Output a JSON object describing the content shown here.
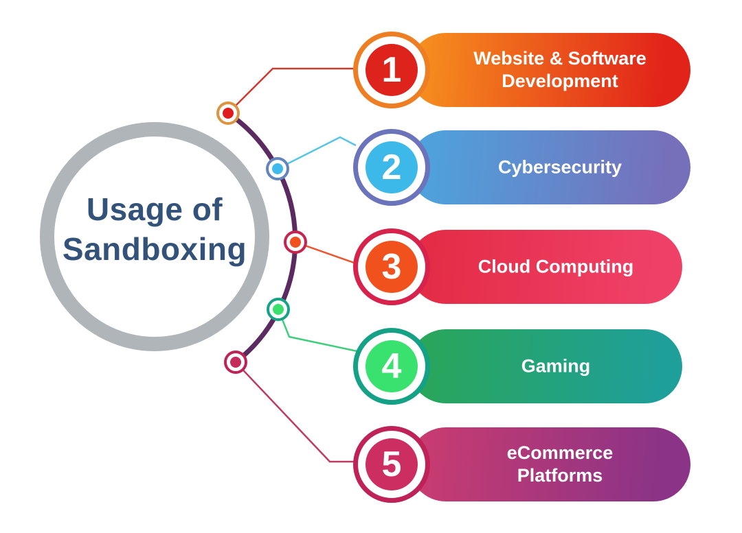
{
  "title": {
    "line1": "Usage of",
    "line2": "Sandboxing"
  },
  "colors": {
    "background": "#FFFFFF",
    "main_ring": "#AFB5B8",
    "title_text": "#33527A",
    "arc": "#5B2A60"
  },
  "items": [
    {
      "number": "1",
      "label": "Website & Software Development",
      "pill_from": "#F7941E",
      "pill_to": "#E2231A",
      "ring": "#EE7E23",
      "disc": "#DE231C",
      "dot_ring": "#DB9440",
      "dot_fill": "#E01B1E",
      "line": "#CB3A30"
    },
    {
      "number": "2",
      "label": "Cybersecurity",
      "pill_from": "#4BA6DF",
      "pill_to": "#7670BB",
      "ring": "#6B74BA",
      "disc": "#3CB9E9",
      "dot_ring": "#6484BE",
      "dot_fill": "#3FBAEA",
      "line": "#56C4E9"
    },
    {
      "number": "3",
      "label": "Cloud Computing",
      "pill_from": "#E32A43",
      "pill_to": "#EF4168",
      "ring": "#D7224B",
      "disc": "#F1521D",
      "dot_ring": "#C6244E",
      "dot_fill": "#F1511F",
      "line": "#F0522C"
    },
    {
      "number": "4",
      "label": "Gaming",
      "pill_from": "#2AA656",
      "pill_to": "#1F9F99",
      "ring": "#14A185",
      "disc": "#39E16E",
      "dot_ring": "#16A285",
      "dot_fill": "#39E06C",
      "line": "#3FCE7C"
    },
    {
      "number": "5",
      "label": "eCommerce Platforms",
      "pill_from": "#CC3C6F",
      "pill_to": "#8A3387",
      "ring": "#BE2257",
      "disc": "#CD2E61",
      "dot_ring": "#BF2355",
      "dot_fill": "#C62A5B",
      "line": "#BE3A62"
    }
  ]
}
